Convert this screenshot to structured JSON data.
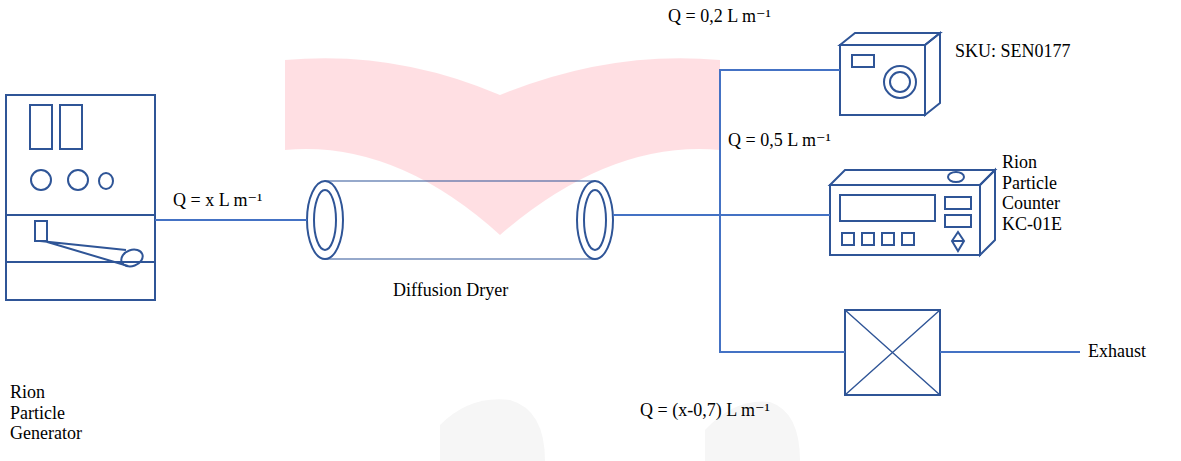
{
  "diagram": {
    "nodes": [
      {
        "text": [
          "Rion Particle Generator"
        ]
      },
      {
        "text": [
          "Diffusion Dryer"
        ]
      },
      {
        "text": [
          "SKU: SEN0177"
        ]
      },
      {
        "text": [
          "Rion Particle Counter KC-01E"
        ]
      },
      {
        "text": [
          "Q = (x-0,7) L m⁻¹"
        ]
      }
    ],
    "edges": [
      {
        "from": 0,
        "to": 1,
        "label": "Q = x L m⁻¹",
        "arrow": "none"
      },
      {
        "from": 1,
        "to": 2,
        "label": "Q = 0,2 L m⁻¹",
        "arrow": "none"
      },
      {
        "from": 1,
        "to": 3,
        "label": "Q = 0,5 L m⁻¹",
        "arrow": "none"
      },
      {
        "from": 1,
        "to": 4,
        "arrow": "none"
      }
    ],
    "labels": [
      "Exhaust"
    ]
  }
}
